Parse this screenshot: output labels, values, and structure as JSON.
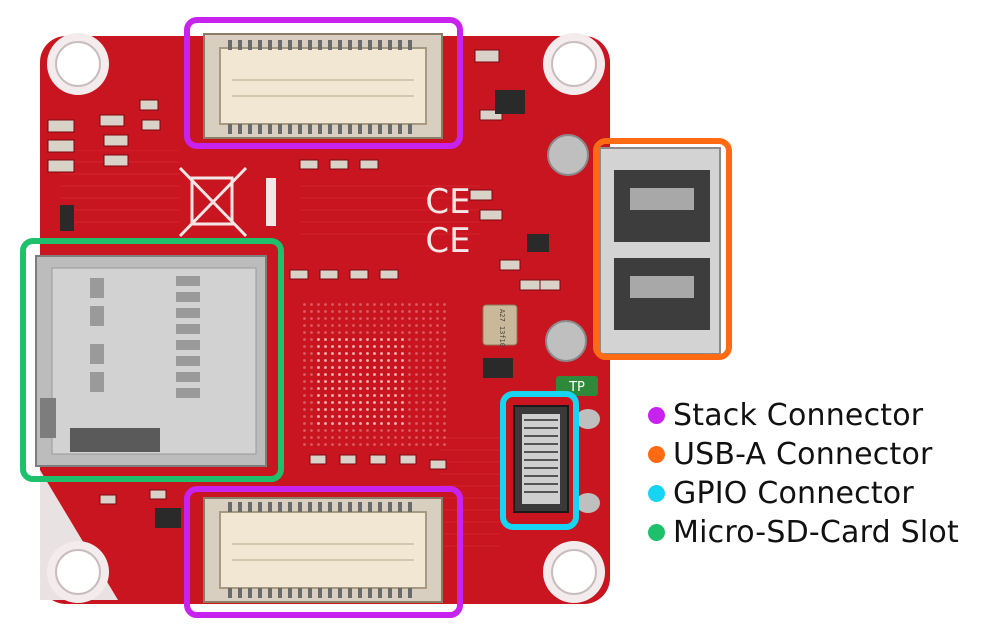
{
  "colors": {
    "pcb": "#c8151f",
    "pcb_dark": "#8e0d14",
    "stack_connector": "#c722ee",
    "usb_a_connector": "#ff6a13",
    "gpio_connector": "#16d4f2",
    "micro_sd_slot": "#1ec06b",
    "silk": "#f3e6e6",
    "connector_body": "#f2e7d2",
    "metal": "#c9c9c9"
  },
  "board": {
    "markings": {
      "ce": "CE",
      "test_point": "TP",
      "crystal": "A27 13f10"
    }
  },
  "legend": {
    "items": [
      {
        "label": "Stack Connector",
        "color": "#c722ee",
        "icon": "bullet-dot"
      },
      {
        "label": "USB-A Connector",
        "color": "#ff6a13",
        "icon": "bullet-dot"
      },
      {
        "label": "GPIO Connector",
        "color": "#16d4f2",
        "icon": "bullet-dot"
      },
      {
        "label": "Micro-SD-Card Slot",
        "color": "#1ec06b",
        "icon": "bullet-dot"
      }
    ]
  }
}
